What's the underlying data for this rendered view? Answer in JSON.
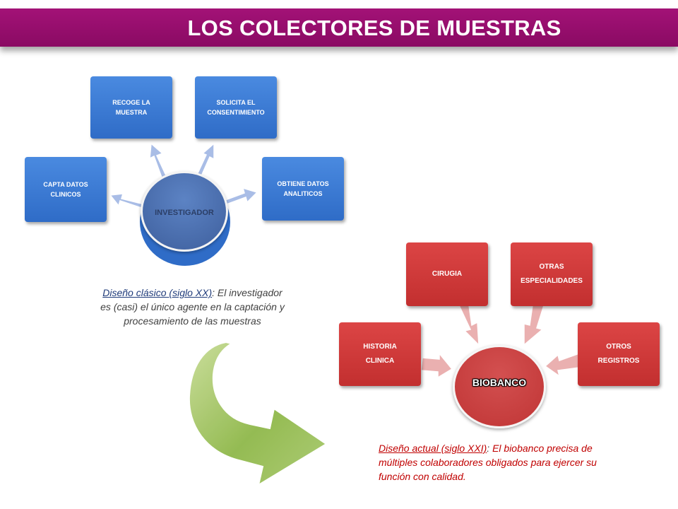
{
  "title": "LOS COLECTORES DE MUESTRAS",
  "investigador_diagram": {
    "hub": "INVESTIGADOR",
    "nodes": [
      {
        "lines": [
          "CAPTA DATOS",
          "CLINICOS"
        ]
      },
      {
        "lines": [
          "RECOGE LA",
          "MUESTRA"
        ]
      },
      {
        "lines": [
          "SOLICITA EL",
          "CONSENTIMIENTO"
        ]
      },
      {
        "lines": [
          "OBTIENE DATOS",
          "ANALITICOS"
        ]
      }
    ],
    "colors": {
      "node": "#3a78d4",
      "hub": "#4a6fb0",
      "arrow": "#a9bde6"
    }
  },
  "biobanco_diagram": {
    "hub": "BIOBANCO",
    "nodes": [
      {
        "lines": [
          "HISTORIA",
          "CLINICA"
        ]
      },
      {
        "lines": [
          "CIRUGIA"
        ]
      },
      {
        "lines": [
          "OTRAS",
          "ESPECIALIDADES"
        ]
      },
      {
        "lines": [
          "OTROS",
          "REGISTROS"
        ]
      }
    ],
    "colors": {
      "node": "#d03a3a",
      "hub": "#c43c3c",
      "arrow": "#eab0b0"
    }
  },
  "captions": {
    "classic": {
      "label": "Diseño clásico (siglo XX)",
      "colon": ":",
      "text_line1": " El investigador",
      "text_line2": "es (casi) el único agente en la captación y",
      "text_line3": "procesamiento de las muestras"
    },
    "modern": {
      "label": " Diseño actual (siglo XXI)",
      "colon": ":",
      "text_line1": "  El biobanco precisa de",
      "text_line2": "múltiples colaboradores obligados para ejercer su",
      "text_line3": "función con calidad."
    }
  },
  "transition_arrow": {
    "color": "#8fb84a"
  }
}
